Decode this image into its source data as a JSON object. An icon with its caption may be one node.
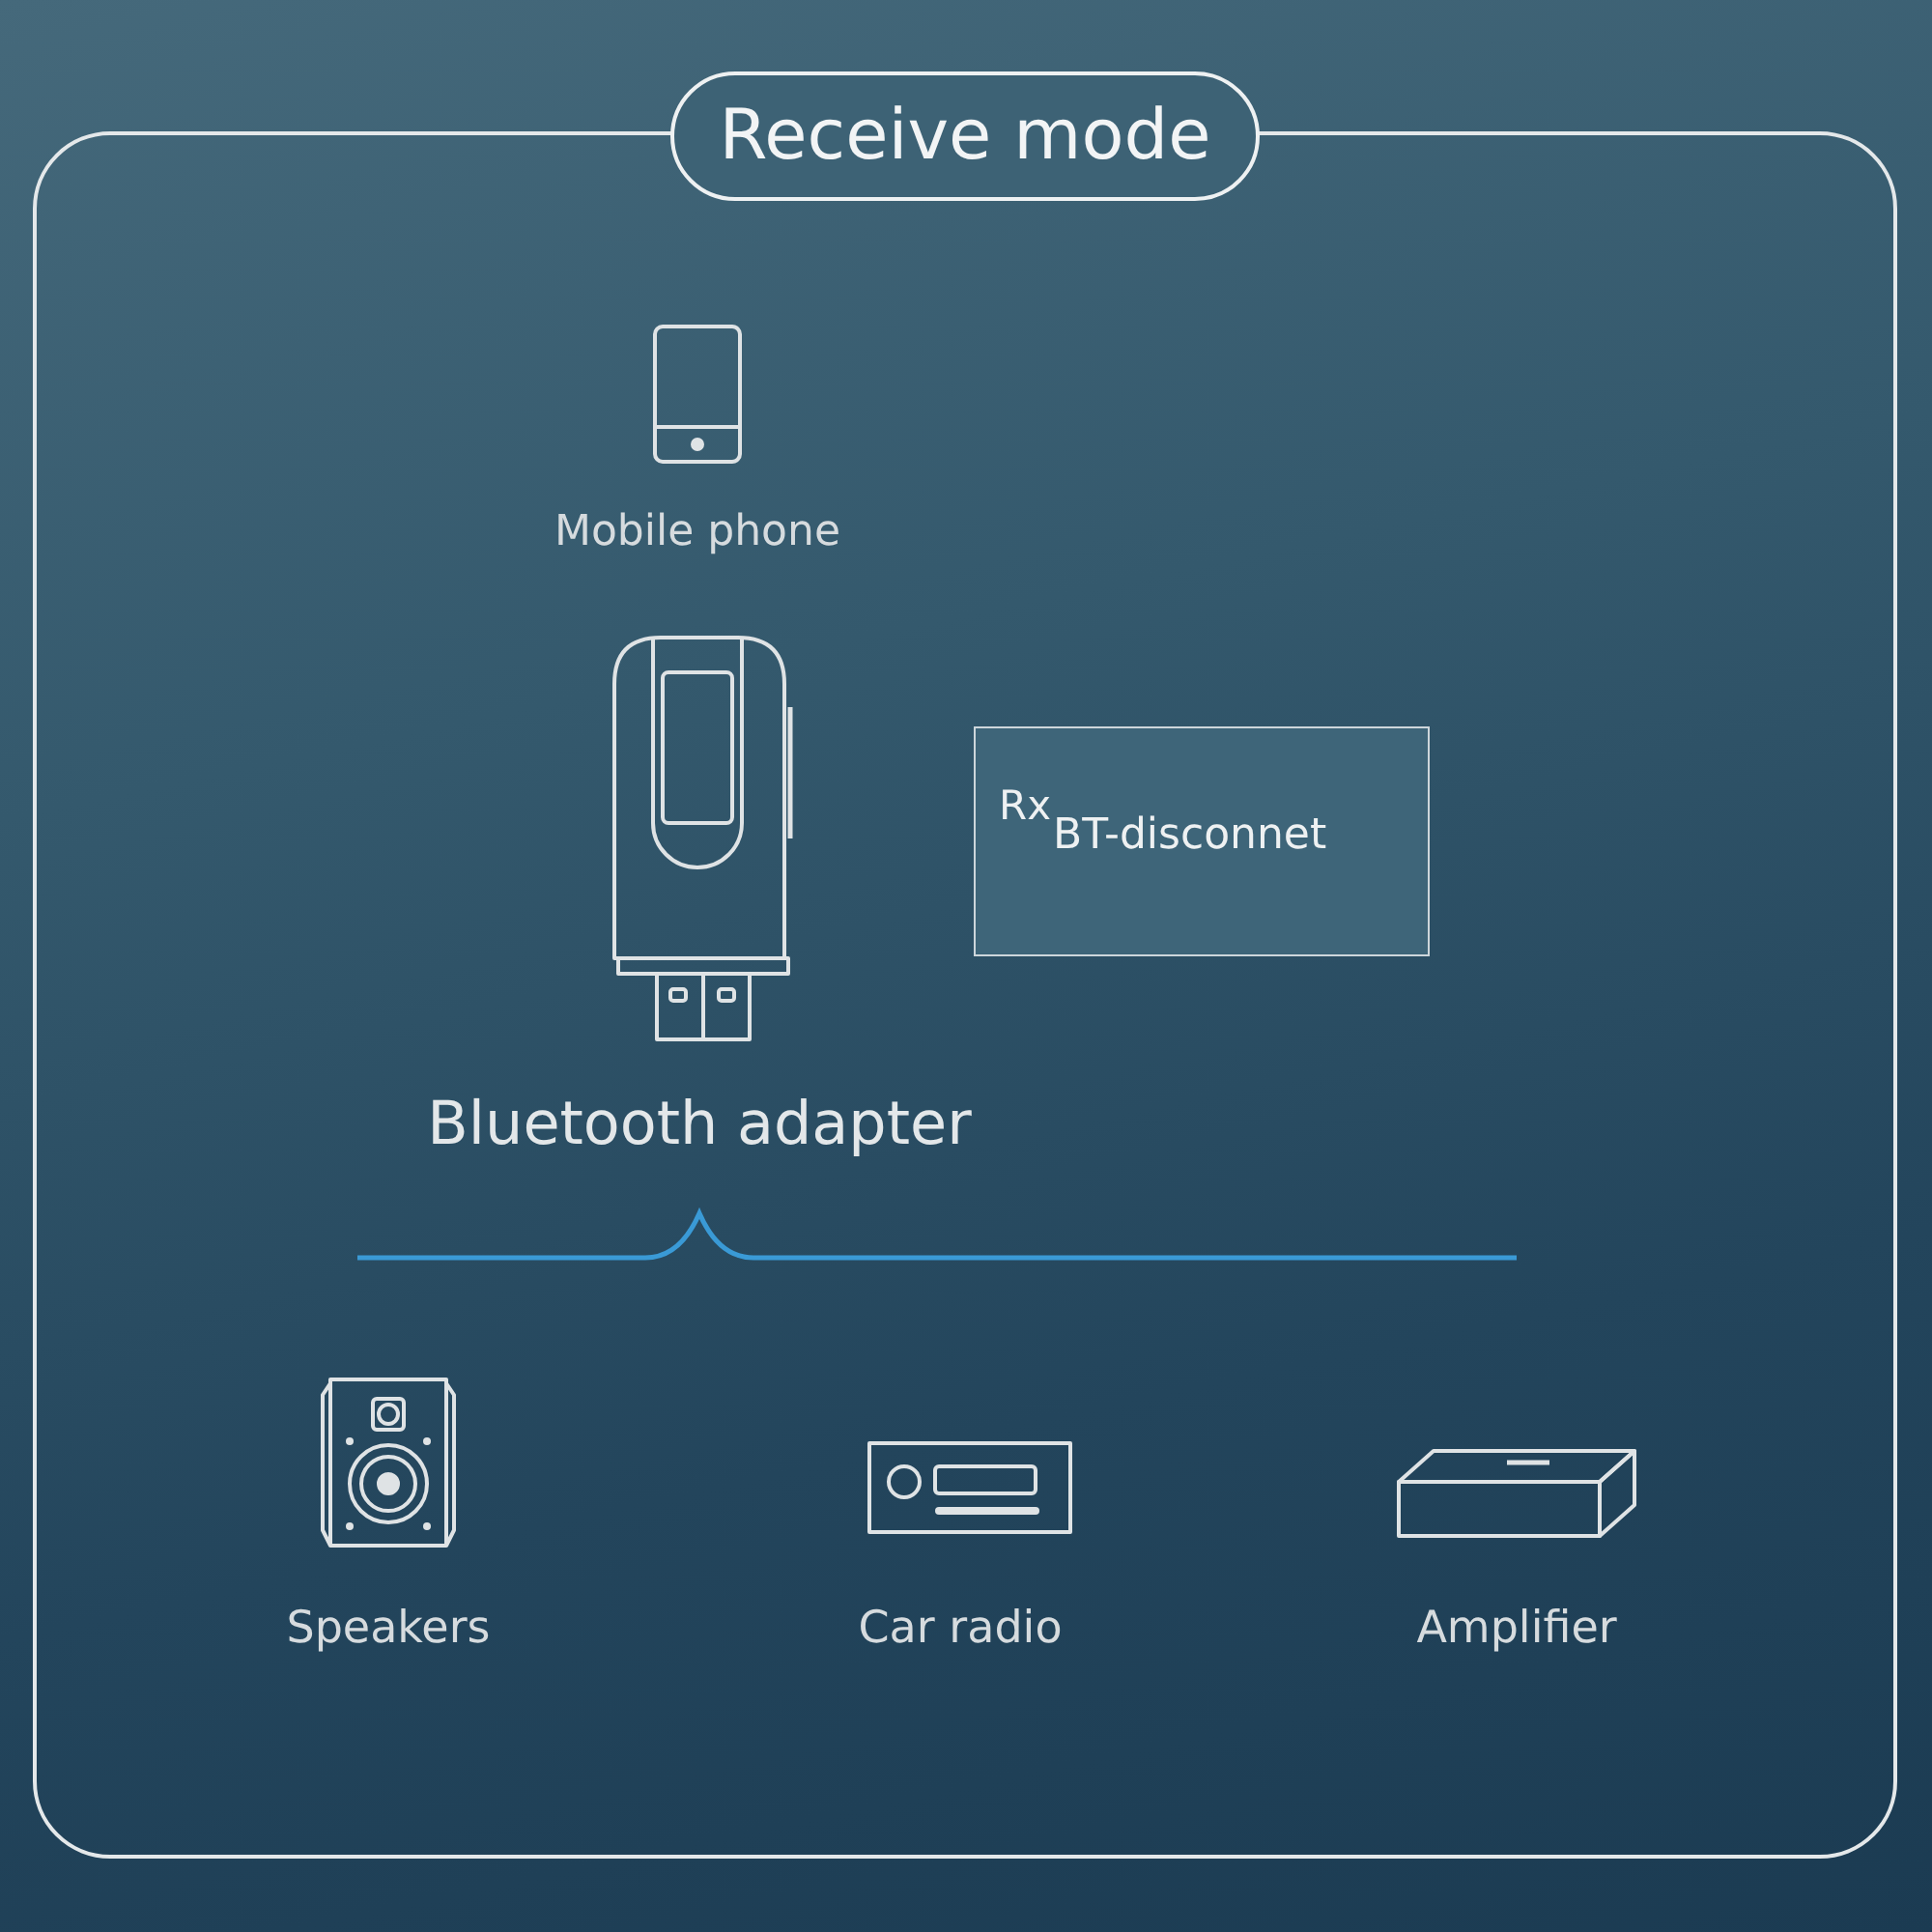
{
  "diagram": {
    "nodes": [
      {
        "text": [
          "Receive mode"
        ]
      },
      {
        "text": [
          "Rx",
          "BT-disconnet"
        ],
        "in": 0
      }
    ],
    "labels": [
      "Mobile phone",
      "Bluetooth adapter",
      "Speakers",
      "Car radio",
      "Amplifier"
    ]
  }
}
